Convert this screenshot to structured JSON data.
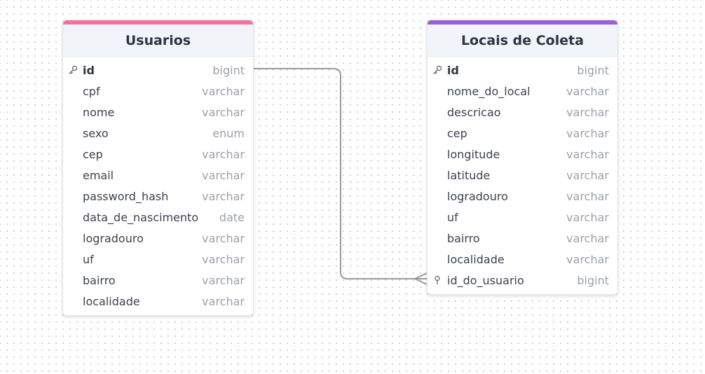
{
  "tables": [
    {
      "name": "Usuarios",
      "accent_color": "#f5739b",
      "fields": [
        {
          "name": "id",
          "type": "bigint",
          "icon": "key-icon",
          "primary": true
        },
        {
          "name": "cpf",
          "type": "varchar"
        },
        {
          "name": "nome",
          "type": "varchar"
        },
        {
          "name": "sexo",
          "type": "enum"
        },
        {
          "name": "cep",
          "type": "varchar"
        },
        {
          "name": "email",
          "type": "varchar"
        },
        {
          "name": "password_hash",
          "type": "varchar"
        },
        {
          "name": "data_de_nascimento",
          "type": "date"
        },
        {
          "name": "logradouro",
          "type": "varchar"
        },
        {
          "name": "uf",
          "type": "varchar"
        },
        {
          "name": "bairro",
          "type": "varchar"
        },
        {
          "name": "localidade",
          "type": "varchar"
        }
      ]
    },
    {
      "name": "Locais de Coleta",
      "accent_color": "#9b5ee0",
      "fields": [
        {
          "name": "id",
          "type": "bigint",
          "icon": "key-icon",
          "primary": true
        },
        {
          "name": "nome_do_local",
          "type": "varchar"
        },
        {
          "name": "descricao",
          "type": "varchar"
        },
        {
          "name": "cep",
          "type": "varchar"
        },
        {
          "name": "longitude",
          "type": "varchar"
        },
        {
          "name": "latitude",
          "type": "varchar"
        },
        {
          "name": "logradouro",
          "type": "varchar"
        },
        {
          "name": "uf",
          "type": "varchar"
        },
        {
          "name": "bairro",
          "type": "varchar"
        },
        {
          "name": "localidade",
          "type": "varchar"
        },
        {
          "name": "id_do_usuario",
          "type": "bigint",
          "icon": "foreign-key-icon"
        }
      ]
    }
  ],
  "relationships": [
    {
      "from": "Usuarios.id",
      "to": "Locais de Coleta.id_do_usuario",
      "cardinality": "one-to-many",
      "line_color": "#9a9a9a"
    }
  ]
}
